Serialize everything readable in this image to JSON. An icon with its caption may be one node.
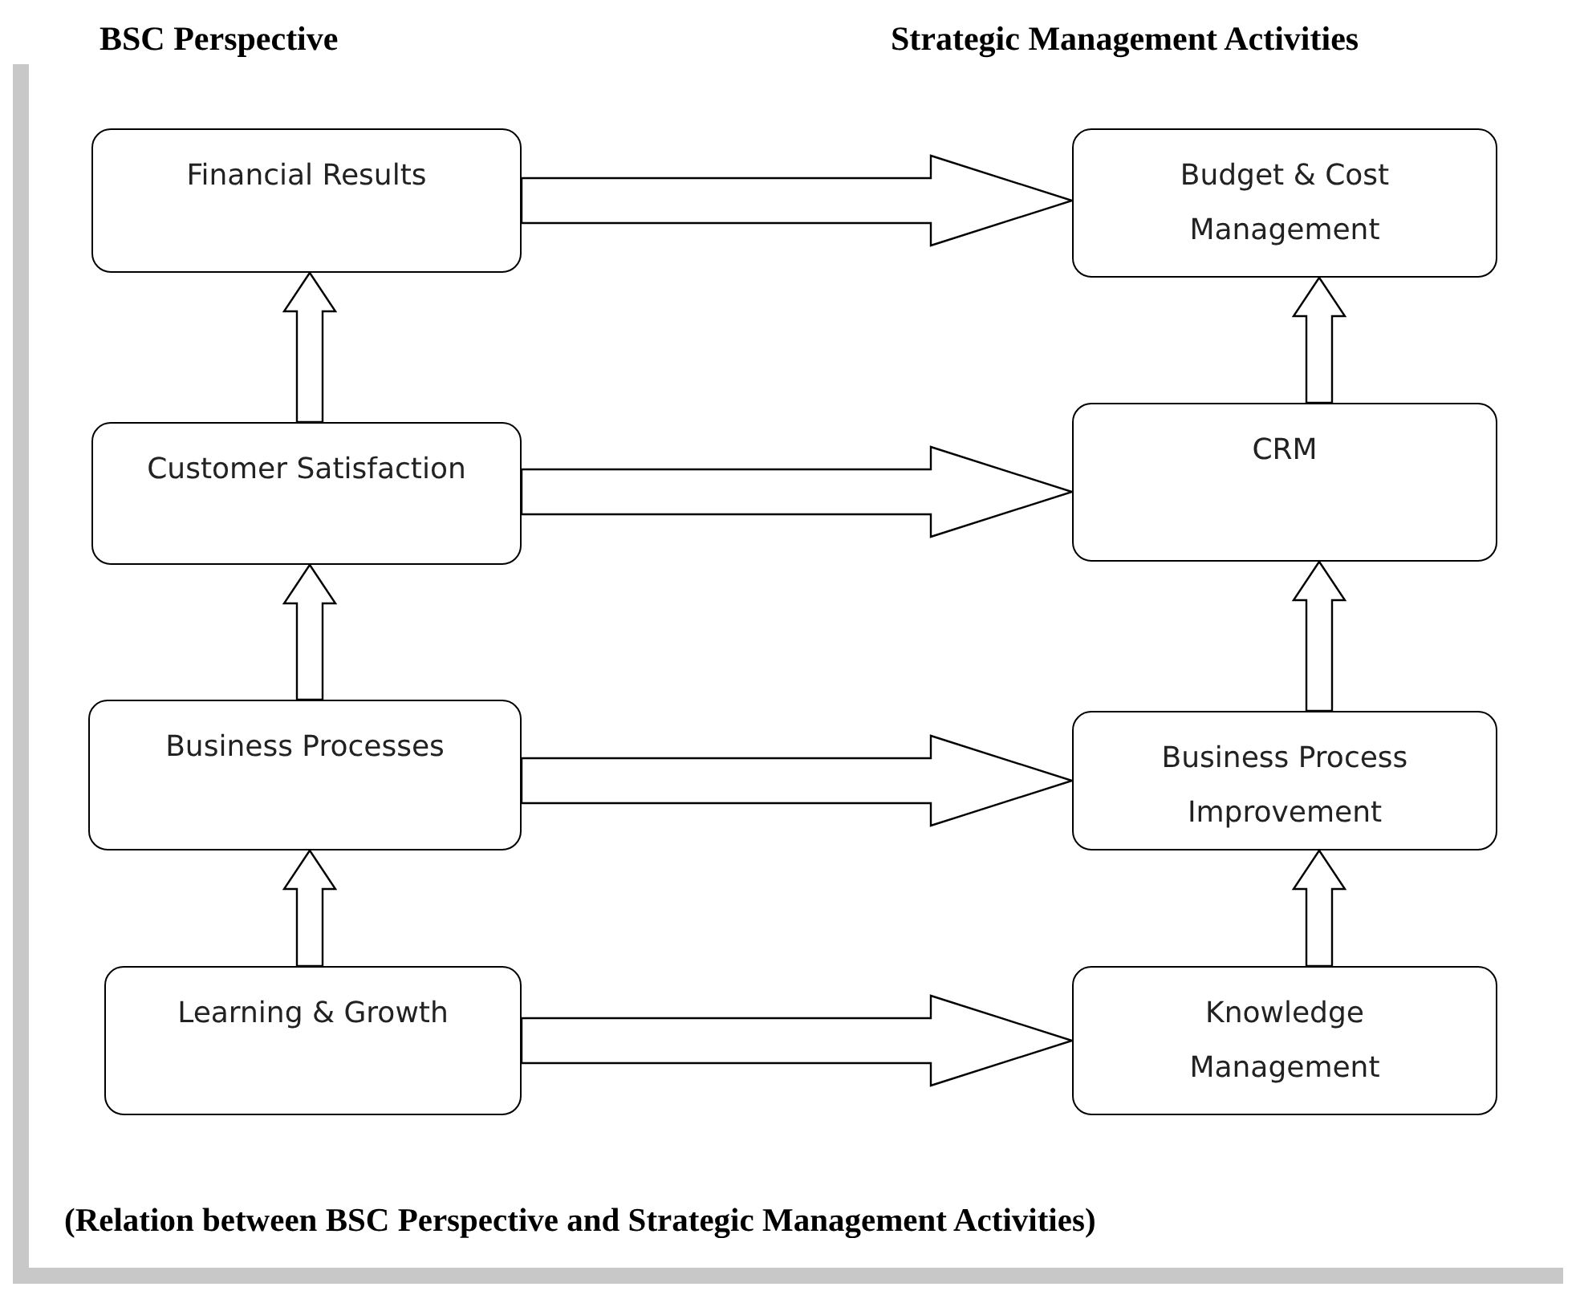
{
  "diagram": {
    "caption": "(Relation between BSC Perspective and Strategic Management Activities)",
    "nodes": [
      {
        "text": [
          "Financial Results"
        ]
      },
      {
        "text": [
          "Budget & Cost Management"
        ]
      },
      {
        "text": [
          "Customer Satisfaction"
        ]
      },
      {
        "text": [
          "CRM"
        ]
      },
      {
        "text": [
          "Business Processes"
        ]
      },
      {
        "text": [
          "Business Process Improvement"
        ]
      },
      {
        "text": [
          "Learning & Growth"
        ]
      },
      {
        "text": [
          "Knowledge Management"
        ]
      }
    ],
    "edges": [
      {
        "from": 0,
        "to": 1,
        "arrow": "to"
      },
      {
        "from": 2,
        "to": 0,
        "arrow": "to"
      },
      {
        "from": 3,
        "to": 1,
        "arrow": "to"
      },
      {
        "from": 2,
        "to": 3,
        "arrow": "to"
      },
      {
        "from": 4,
        "to": 2,
        "arrow": "to"
      },
      {
        "from": 5,
        "to": 3,
        "arrow": "to"
      },
      {
        "from": 4,
        "to": 5,
        "arrow": "to"
      },
      {
        "from": 6,
        "to": 4,
        "arrow": "to"
      },
      {
        "from": 7,
        "to": 5,
        "arrow": "to"
      },
      {
        "from": 6,
        "to": 7,
        "arrow": "to"
      }
    ],
    "labels": [
      "BSC Perspective",
      "Strategic Management Activities"
    ]
  }
}
